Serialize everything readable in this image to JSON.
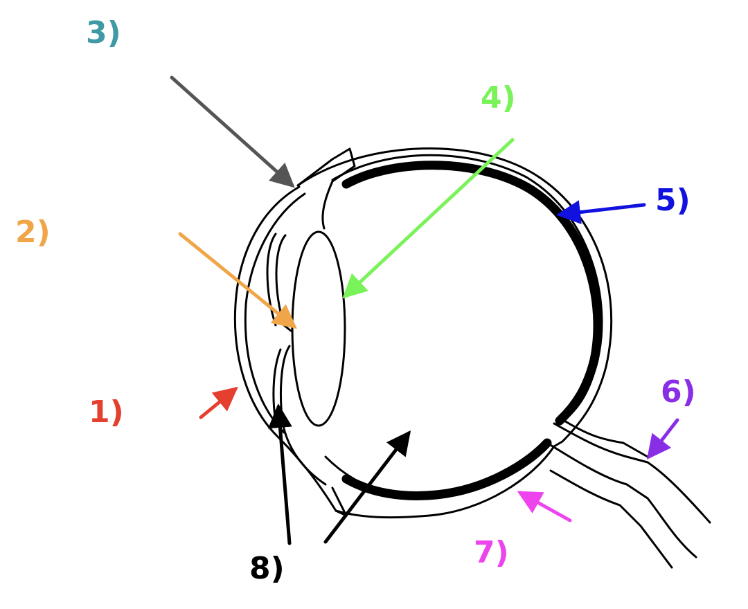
{
  "labels": [
    {
      "id": "l1",
      "text": "1)",
      "color": "#e43f2f"
    },
    {
      "id": "l2",
      "text": "2)",
      "color": "#f0a548"
    },
    {
      "id": "l3",
      "text": "3)",
      "color": "#3f9aa6"
    },
    {
      "id": "l4",
      "text": "4)",
      "color": "#7af25a"
    },
    {
      "id": "l5",
      "text": "5)",
      "color": "#1212e0"
    },
    {
      "id": "l6",
      "text": "6)",
      "color": "#8a2ee6"
    },
    {
      "id": "l7",
      "text": "7)",
      "color": "#ee44ee"
    },
    {
      "id": "l8",
      "text": "8)",
      "color": "#000000"
    }
  ],
  "arrow_colors": {
    "a1": "#e43f2f",
    "a2": "#f0a548",
    "a3": "#555555",
    "a4": "#7af25a",
    "a5": "#1212e0",
    "a6": "#8a2ee6",
    "a7": "#ee44ee",
    "a8": "#000000"
  }
}
